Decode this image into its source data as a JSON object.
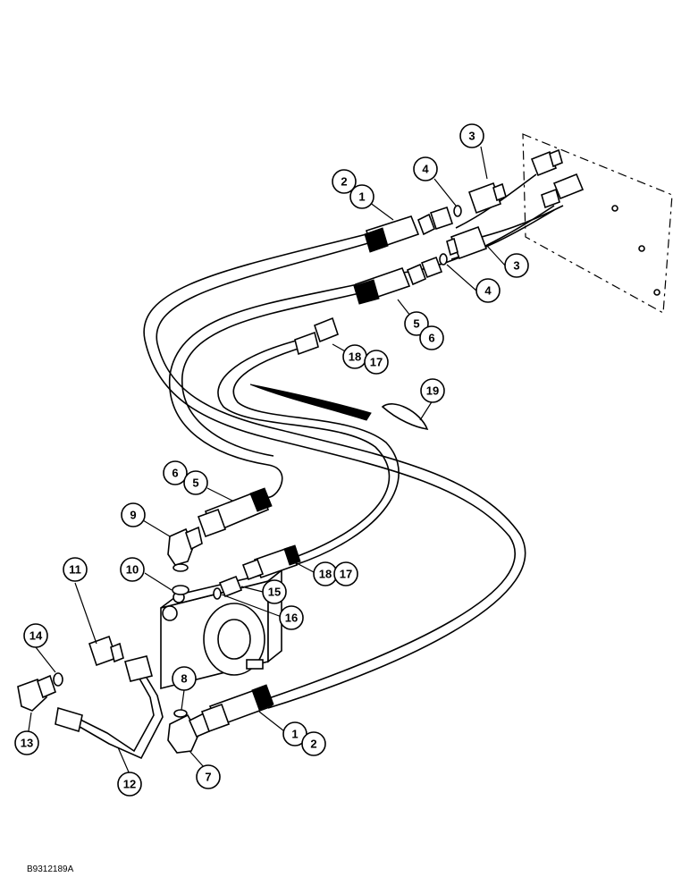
{
  "figure_id": "B9312189A",
  "callouts": [
    {
      "id": "c3a",
      "label": "3"
    },
    {
      "id": "c2a",
      "label": "2"
    },
    {
      "id": "c1a",
      "label": "1"
    },
    {
      "id": "c4a",
      "label": "4"
    },
    {
      "id": "c3b",
      "label": "3"
    },
    {
      "id": "c4b",
      "label": "4"
    },
    {
      "id": "c5a",
      "label": "5"
    },
    {
      "id": "c6a",
      "label": "6"
    },
    {
      "id": "c18a",
      "label": "18"
    },
    {
      "id": "c17a",
      "label": "17"
    },
    {
      "id": "c19",
      "label": "19"
    },
    {
      "id": "c6b",
      "label": "6"
    },
    {
      "id": "c5b",
      "label": "5"
    },
    {
      "id": "c9",
      "label": "9"
    },
    {
      "id": "c11",
      "label": "11"
    },
    {
      "id": "c10",
      "label": "10"
    },
    {
      "id": "c18b",
      "label": "18"
    },
    {
      "id": "c17b",
      "label": "17"
    },
    {
      "id": "c15",
      "label": "15"
    },
    {
      "id": "c16",
      "label": "16"
    },
    {
      "id": "c14",
      "label": "14"
    },
    {
      "id": "c8",
      "label": "8"
    },
    {
      "id": "c1b",
      "label": "1"
    },
    {
      "id": "c2b",
      "label": "2"
    },
    {
      "id": "c13",
      "label": "13"
    },
    {
      "id": "c7",
      "label": "7"
    },
    {
      "id": "c12",
      "label": "12"
    }
  ]
}
